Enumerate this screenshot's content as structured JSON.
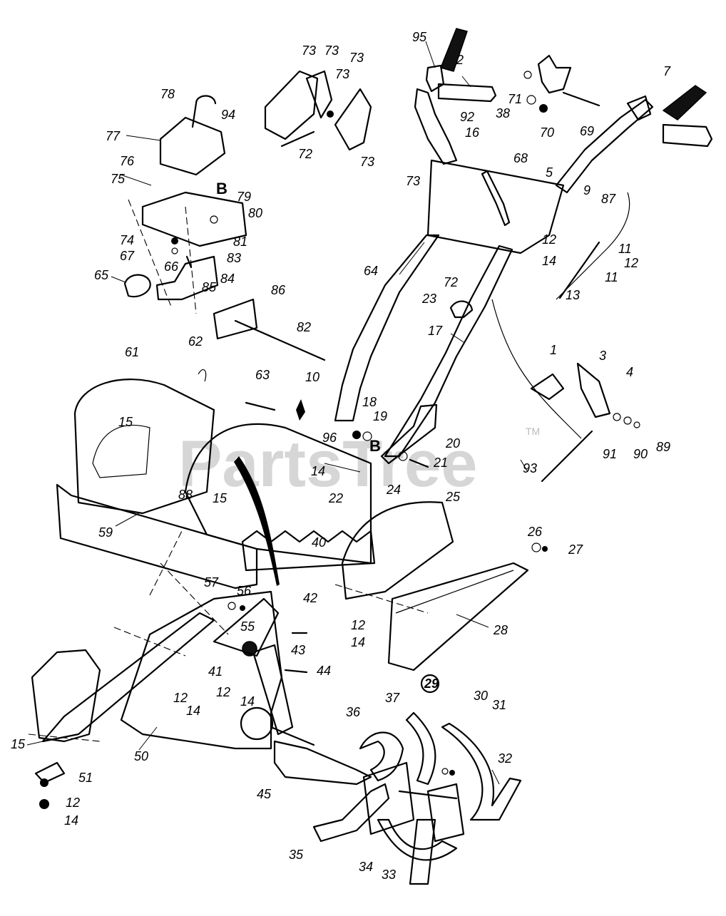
{
  "watermark": {
    "text": "PartsTree",
    "trademark": "TM"
  },
  "assembly_markers": [
    "B",
    "B"
  ],
  "callouts": [
    "95",
    "2",
    "73",
    "73",
    "73",
    "73",
    "73",
    "73",
    "72",
    "92",
    "38",
    "16",
    "68",
    "71",
    "69",
    "70",
    "7",
    "78",
    "94",
    "77",
    "76",
    "75",
    "79",
    "80",
    "74",
    "67",
    "81",
    "83",
    "66",
    "65",
    "85",
    "84",
    "86",
    "82",
    "64",
    "72",
    "23",
    "17",
    "5",
    "9",
    "87",
    "12",
    "11",
    "12",
    "11",
    "14",
    "13",
    "61",
    "62",
    "63",
    "10",
    "15",
    "18",
    "19",
    "96",
    "20",
    "21",
    "14",
    "22",
    "24",
    "1",
    "3",
    "4",
    "91",
    "90",
    "89",
    "93",
    "88",
    "15",
    "59",
    "40",
    "25",
    "26",
    "27",
    "57",
    "56",
    "42",
    "55",
    "43",
    "12",
    "14",
    "28",
    "41",
    "12",
    "14",
    "44",
    "12",
    "14",
    "29",
    "37",
    "36",
    "30",
    "31",
    "15",
    "50",
    "51",
    "12",
    "14",
    "45",
    "32",
    "35",
    "34",
    "33"
  ]
}
